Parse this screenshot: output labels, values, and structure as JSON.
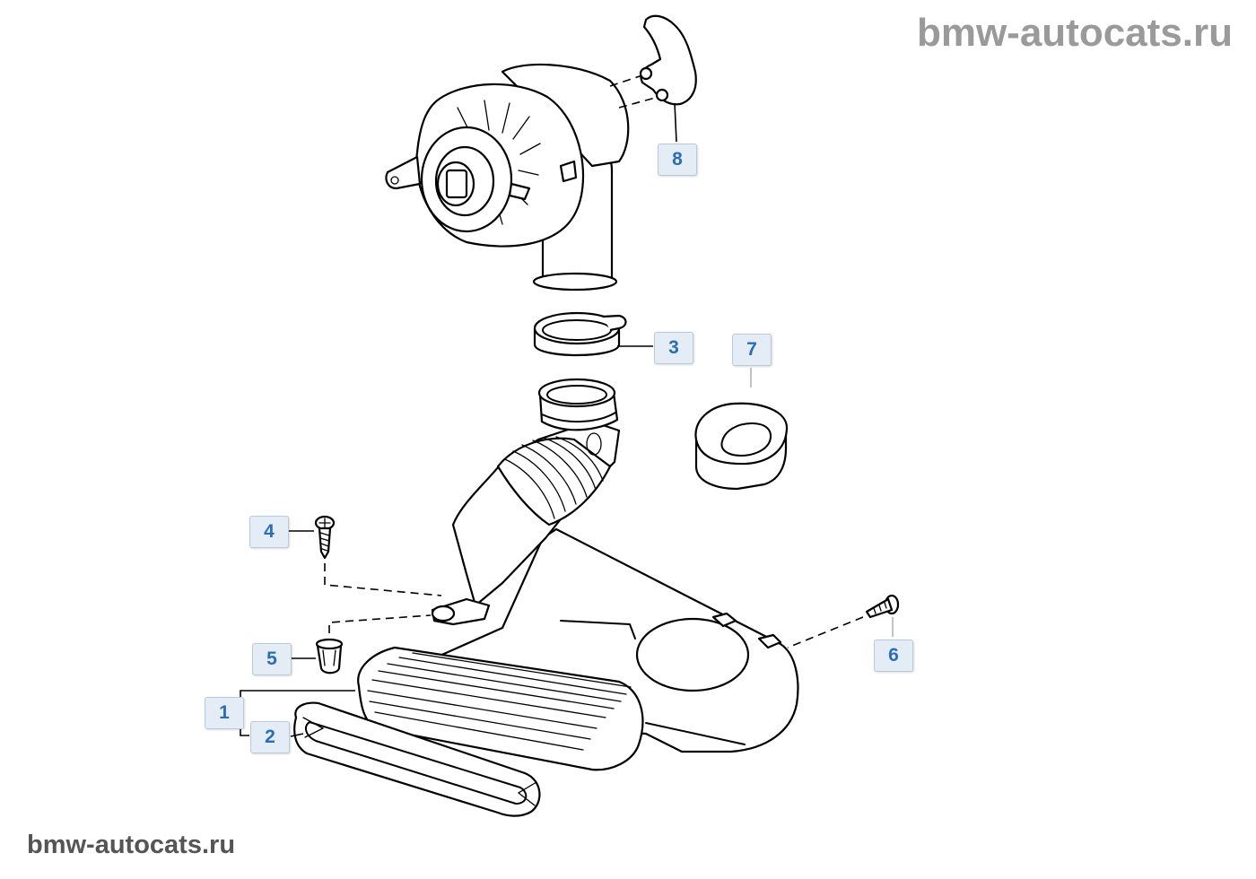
{
  "watermark": {
    "top": "bmw-autocats.ru",
    "bottom": "bmw-autocats.ru"
  },
  "callouts": {
    "c1": "1",
    "c2": "2",
    "c3": "3",
    "c4": "4",
    "c5": "5",
    "c6": "6",
    "c7": "7",
    "c8": "8"
  },
  "colors": {
    "callout_text": "#2c6db5",
    "callout_background": "#e4ecf6",
    "watermark_top": "#9a9a9a",
    "watermark_bottom": "#555555"
  }
}
